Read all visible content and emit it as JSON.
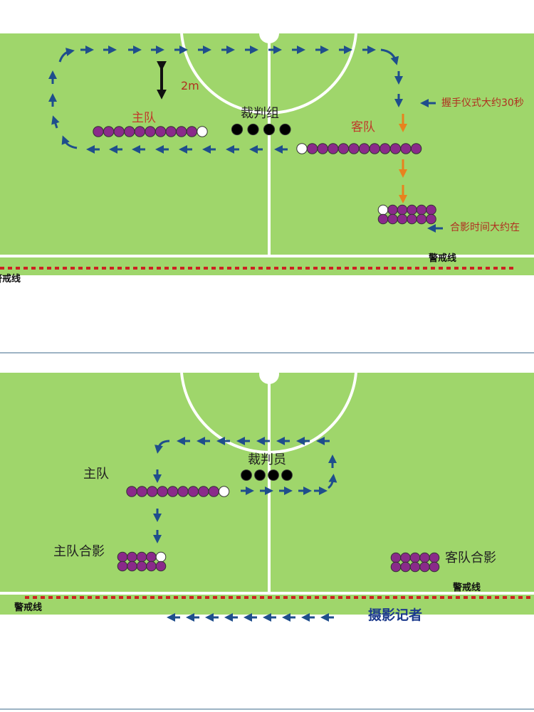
{
  "panel1": {
    "labels": {
      "two_m": "2m",
      "home_team": "主队",
      "referee_group": "裁判组",
      "away_team": "客队",
      "handshake_note": "握手仪式大约30秒",
      "photo_note": "合影时间大约在",
      "warning_line_right": "警戒线",
      "warning_line_left": "警戒线"
    }
  },
  "panel2": {
    "labels": {
      "home_team": "主队",
      "referee": "裁判员",
      "home_photo": "主队合影",
      "away_photo": "客队合影",
      "warning_line_right": "警戒线",
      "warning_line_left": "警戒线",
      "photographers": "摄影记者"
    }
  },
  "colors": {
    "field": "#9fd66b",
    "player": "#8a2a8a",
    "captain": "#ffffff",
    "referee": "#000000",
    "arrow_blue": "#1f4e8c",
    "arrow_orange": "#e8821e",
    "warning_line": "#cc2222",
    "field_line": "#ffffff"
  },
  "icons": {
    "path_arrows": "right-arrow-icon",
    "distance_marker": "double-headed-arrow-icon",
    "pointer": "left-arrow-icon"
  }
}
